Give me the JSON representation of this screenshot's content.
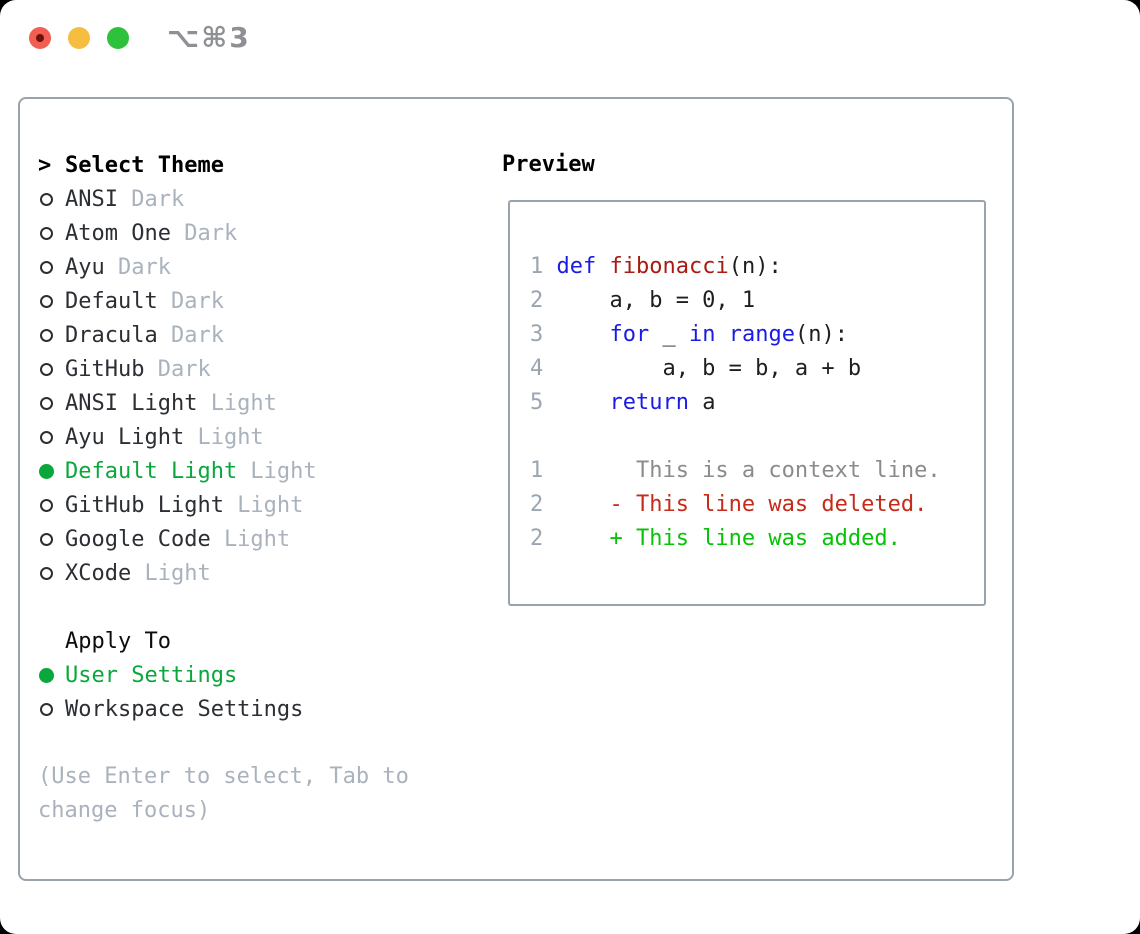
{
  "window": {
    "shortcut_label": "⌥⌘3"
  },
  "colors": {
    "accent_green": "#0aa83c",
    "keyword_blue": "#1b1be6",
    "function_red": "#a91b12",
    "deleted_red": "#c62a1a",
    "added_green": "#06c306",
    "context_gray": "#8b8b8b",
    "muted_gray": "#a9b2bd",
    "line_number_gray": "#9aa5b1",
    "border_gray": "#9aa3ad",
    "traffic_red": "#f25e52",
    "traffic_yellow": "#f5be41",
    "traffic_green": "#2ec13c"
  },
  "theme_panel": {
    "cursor": ">",
    "title": "Select Theme",
    "items": [
      {
        "name": "ANSI",
        "variant": "Dark",
        "selected": false
      },
      {
        "name": "Atom One",
        "variant": "Dark",
        "selected": false
      },
      {
        "name": "Ayu",
        "variant": "Dark",
        "selected": false
      },
      {
        "name": "Default",
        "variant": "Dark",
        "selected": false
      },
      {
        "name": "Dracula",
        "variant": "Dark",
        "selected": false
      },
      {
        "name": "GitHub",
        "variant": "Dark",
        "selected": false
      },
      {
        "name": "ANSI Light",
        "variant": "Light",
        "selected": false
      },
      {
        "name": "Ayu Light",
        "variant": "Light",
        "selected": false
      },
      {
        "name": "Default Light",
        "variant": "Light",
        "selected": true
      },
      {
        "name": "GitHub Light",
        "variant": "Light",
        "selected": false
      },
      {
        "name": "Google Code",
        "variant": "Light",
        "selected": false
      },
      {
        "name": "XCode",
        "variant": "Light",
        "selected": false
      }
    ],
    "apply_to": {
      "title": "Apply To",
      "options": [
        {
          "name": "User Settings",
          "selected": true
        },
        {
          "name": "Workspace Settings",
          "selected": false
        }
      ]
    },
    "hint_lines": [
      "(Use Enter to select, Tab to",
      "change focus)"
    ]
  },
  "preview": {
    "title": "Preview",
    "lines": [
      {
        "num": "1",
        "tokens": [
          [
            "def",
            "kw"
          ],
          [
            " ",
            "plain"
          ],
          [
            "fibonacci",
            "fn"
          ],
          [
            "(n):",
            "plain"
          ]
        ]
      },
      {
        "num": "2",
        "tokens": [
          [
            "    a, b = 0, 1",
            "plain"
          ]
        ]
      },
      {
        "num": "3",
        "tokens": [
          [
            "    ",
            "plain"
          ],
          [
            "for",
            "kw"
          ],
          [
            " _ ",
            "plain"
          ],
          [
            "in",
            "kw"
          ],
          [
            " ",
            "plain"
          ],
          [
            "range",
            "kw"
          ],
          [
            "(n):",
            "plain"
          ]
        ]
      },
      {
        "num": "4",
        "tokens": [
          [
            "        a, b = b, a + b",
            "plain"
          ]
        ]
      },
      {
        "num": "5",
        "tokens": [
          [
            "    ",
            "plain"
          ],
          [
            "return",
            "kw"
          ],
          [
            " a",
            "plain"
          ]
        ]
      },
      {
        "num": "",
        "tokens": []
      },
      {
        "num": "1",
        "tokens": [
          [
            "      This is a context line.",
            "ctx"
          ]
        ]
      },
      {
        "num": "2",
        "tokens": [
          [
            "    - This line was deleted.",
            "del"
          ]
        ]
      },
      {
        "num": "2",
        "tokens": [
          [
            "    + This line was added.",
            "add"
          ]
        ]
      }
    ]
  }
}
